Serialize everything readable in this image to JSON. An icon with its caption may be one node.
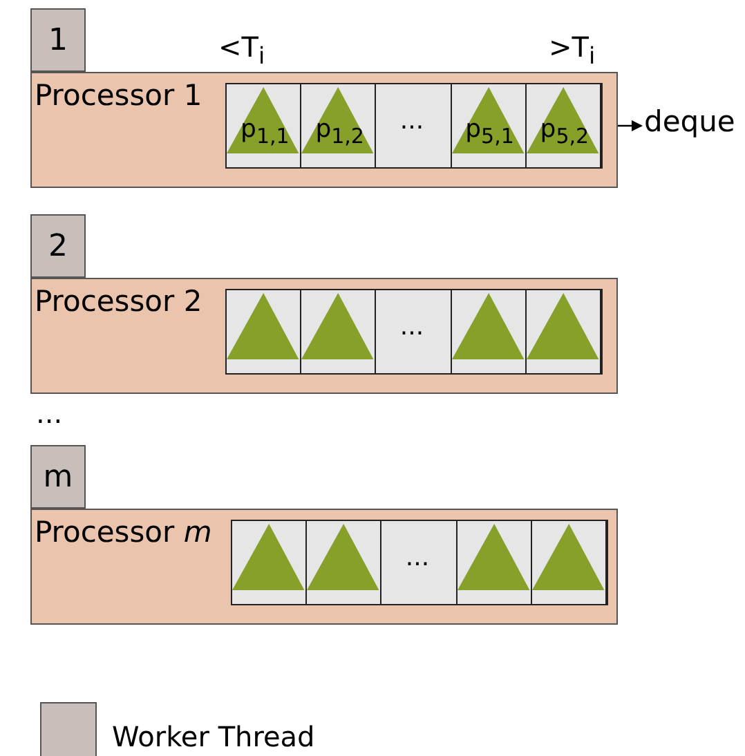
{
  "diagram": {
    "nodes": [
      {
        "text": [
          "1"
        ]
      },
      {
        "text": [
          "Processor 1"
        ]
      },
      {
        "text": [],
        "shape": "box",
        "in": 1
      },
      {
        "text": [
          "p$_{1,1}$"
        ],
        "in": 2
      },
      {
        "text": [
          "p$_{1,2}$"
        ],
        "in": 2
      },
      {
        "text": [
          "..."
        ],
        "in": 2
      },
      {
        "text": [
          "p$_{5,1}$"
        ],
        "in": 2
      },
      {
        "text": [
          "p$_{5,2}$"
        ],
        "in": 2
      },
      {
        "text": [
          "deque"
        ]
      },
      {
        "text": [
          "2"
        ]
      },
      {
        "text": [
          "Processor 2"
        ]
      },
      {
        "text": [],
        "shape": "box",
        "in": 10
      },
      {
        "text": [],
        "shape": "triangle",
        "in": 11
      },
      {
        "text": [],
        "shape": "triangle",
        "in": 11
      },
      {
        "text": [
          "..."
        ],
        "in": 11
      },
      {
        "text": [],
        "shape": "triangle",
        "in": 11
      },
      {
        "text": [],
        "shape": "triangle",
        "in": 11
      },
      {
        "text": [
          "m"
        ]
      },
      {
        "text": [
          "Processor *m*"
        ]
      },
      {
        "text": [],
        "shape": "box",
        "in": 18
      },
      {
        "text": [],
        "shape": "triangle",
        "in": 19
      },
      {
        "text": [],
        "shape": "triangle",
        "in": 19
      },
      {
        "text": [
          "..."
        ],
        "in": 19
      },
      {
        "text": [],
        "shape": "triangle",
        "in": 19
      },
      {
        "text": [],
        "shape": "triangle",
        "in": 19
      }
    ],
    "edges": [
      {
        "from": 2,
        "to": 8,
        "arrow": "to"
      }
    ],
    "labels": [
      "<T$_{i}$",
      ">T$_{i}$",
      "..."
    ],
    "legend": [
      {
        "text": "Worker Thread",
        "color": "#c8bfbb"
      }
    ]
  }
}
